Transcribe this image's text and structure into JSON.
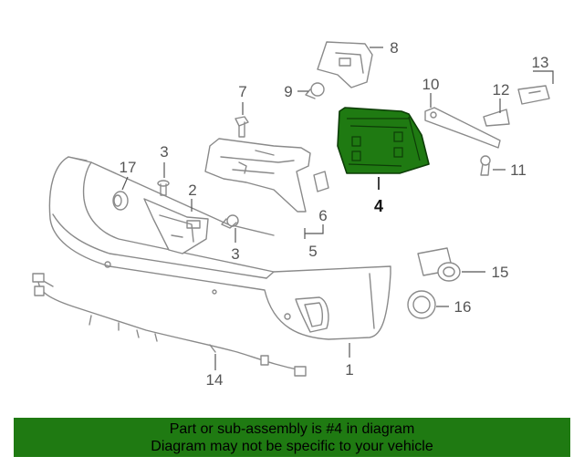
{
  "callouts": {
    "c1": "1",
    "c2": "2",
    "c3a": "3",
    "c3b": "3",
    "c4": "4",
    "c5": "5",
    "c6": "6",
    "c7": "7",
    "c8": "8",
    "c9": "9",
    "c10": "10",
    "c11": "11",
    "c12": "12",
    "c13": "13",
    "c14": "14",
    "c15": "15",
    "c16": "16",
    "c17": "17"
  },
  "highlight_color": "#1f7a12",
  "banner": {
    "line1": "Part or sub-assembly is #4 in diagram",
    "line2": "Diagram may not be specific to your vehicle"
  }
}
